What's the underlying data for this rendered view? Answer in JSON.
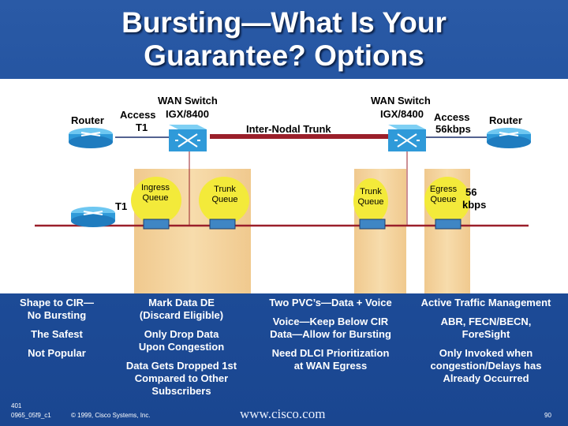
{
  "title_line1": "Bursting—What Is Your",
  "title_line2": "Guarantee? Options",
  "diagram": {
    "router_left": "Router",
    "router_right": "Router",
    "wan_switch_left": "WAN Switch",
    "igx_left": "IGX/8400",
    "access_left": "Access",
    "t1_left": "T1",
    "wan_switch_right": "WAN Switch",
    "igx_right": "IGX/8400",
    "access_right": "Access",
    "kbps_right": "56kbps",
    "inter_nodal": "Inter-Nodal Trunk",
    "t1_ingress": "T1",
    "ingress_queue": "Ingress\nQueue",
    "trunk_queue_left": "Trunk\nQueue",
    "trunk_queue_right": "Trunk\nQueue",
    "egress_queue": "Egress\nQueue",
    "egress_56": "56",
    "egress_kbps": "kbps"
  },
  "columns": [
    {
      "items": [
        "Shape to CIR—\nNo Bursting",
        "The Safest",
        "Not Popular"
      ]
    },
    {
      "items": [
        "Mark Data DE\n(Discard Eligible)",
        "Only Drop Data\nUpon Congestion",
        "Data Gets Dropped 1st\nCompared to Other\nSubscribers"
      ]
    },
    {
      "items": [
        "Two PVC’s—Data + Voice",
        "Voice—Keep Below CIR\nData—Allow for Bursting",
        "Need DLCI Prioritization\nat WAN Egress"
      ]
    },
    {
      "items": [
        "Active Traffic Management",
        "ABR, FECN/BECN,\nForeSight",
        "Only Invoked when\ncongestion/Delays has\nAlready Occurred"
      ]
    }
  ],
  "footer": {
    "code1": "401",
    "code2": "0965_05f9_c1",
    "copyright": "© 1999, Cisco Systems, Inc.",
    "website": "www.cisco.com",
    "page": "90"
  }
}
